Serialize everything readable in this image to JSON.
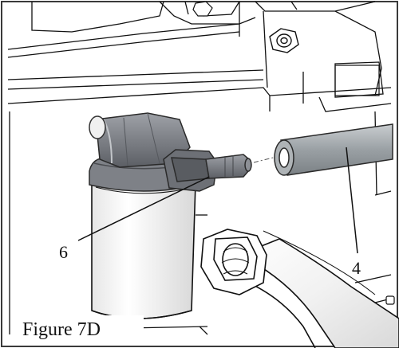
{
  "figure": {
    "caption": "Figure 7D",
    "callouts": [
      {
        "id": "6",
        "label": "6",
        "target": "elbow-fitting"
      },
      {
        "id": "4",
        "label": "4",
        "target": "hose"
      }
    ]
  },
  "colors": {
    "line": "#111111",
    "background": "#ffffff",
    "frame": "#3a3a3a",
    "fitting_dark": "#6e7177",
    "fitting_mid": "#8d9096",
    "fitting_light": "#b9bcc1",
    "hose": "#9ea3a7",
    "canister": "#f7f7f7"
  }
}
